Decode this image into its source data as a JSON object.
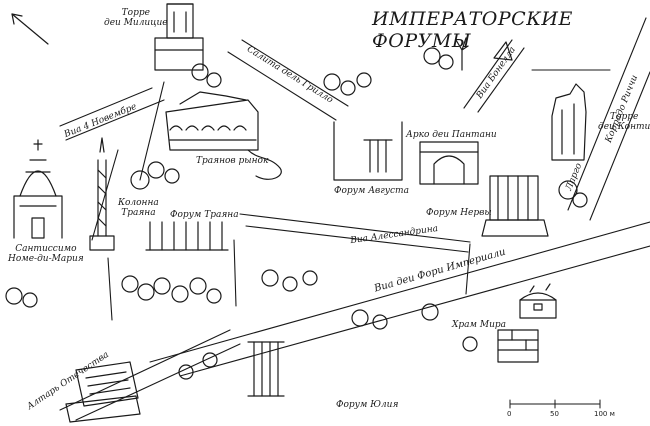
{
  "title": "ИМПЕРАТОРСКИЕ ФОРУМЫ",
  "streets": {
    "via_iv_novembre": "Виа 4 Новембре",
    "salita_grillo": "Салита дель Грилло",
    "via_bonella": "Виа Бонелла",
    "largo": "Ларго",
    "ricci": "Коррадо Риччи",
    "alessandrina": "Виа Алессандрина",
    "imperiali": "Виа деи Фори Империали",
    "altare": "Алтарь Отечества"
  },
  "landmarks": {
    "torre_milizie": [
      "Торре",
      "деи Милицие"
    ],
    "torre_conti": [
      "Торре",
      "деи Конти"
    ],
    "trajan_market": "Траянов рынок",
    "arco_pantani": "Арко деи Пантани",
    "forum_augustus": "Форум Августа",
    "forum_nerva": "Форум Нервы",
    "column_trajan": [
      "Колонна",
      "Траяна"
    ],
    "forum_trajan": "Форум Траяна",
    "santissimo": [
      "Сантиссимо",
      "Номе-ди-Мария"
    ],
    "temple_peace": "Храм Мира",
    "forum_julius": "Форум Юлия"
  },
  "scale": {
    "zero": "0",
    "mid": "50",
    "end": "100 м"
  },
  "colors": {
    "ink": "#1a1a1a",
    "paper": "#ffffff"
  },
  "icons": [
    "north-arrow-icon",
    "treasure-chest-icon"
  ]
}
